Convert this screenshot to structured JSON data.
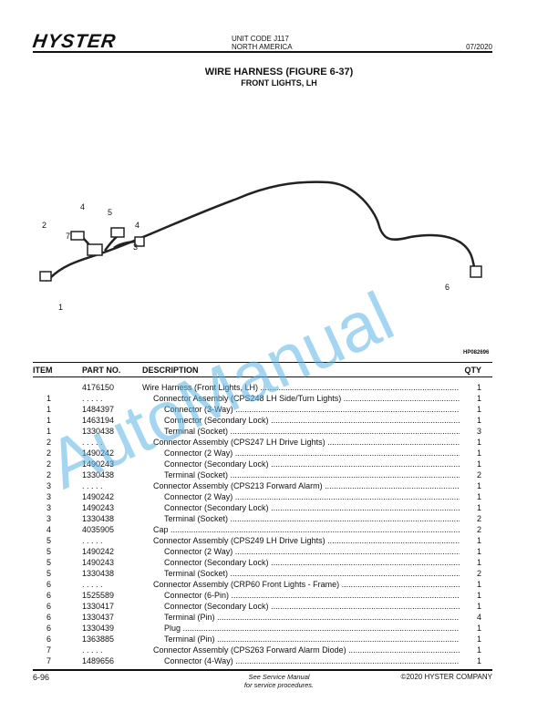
{
  "header": {
    "brand": "HYSTER",
    "unit_code": "UNIT CODE J117",
    "region": "NORTH AMERICA",
    "date": "07/2020"
  },
  "title": "WIRE HARNESS (FIGURE 6-37)",
  "subtitle": "FRONT LIGHTS, LH",
  "figure": {
    "callouts": [
      "1",
      "2",
      "3",
      "4",
      "4",
      "5",
      "6",
      "7"
    ],
    "figure_id": "HP082696"
  },
  "table": {
    "headers": {
      "item": "ITEM",
      "part": "PART NO.",
      "description": "DESCRIPTION",
      "qty": "QTY"
    },
    "rows": [
      {
        "item": "",
        "part": "4176150",
        "description": "Wire Harness (Front Lights, LH)",
        "qty": "1",
        "level": 0
      },
      {
        "item": "1",
        "part": ". . . . .",
        "description": "Connector Assembly (CPS248 LH Side/Turn Lights)",
        "qty": "1",
        "level": 1
      },
      {
        "item": "1",
        "part": "1484397",
        "description": "Connector (3-Way)",
        "qty": "1",
        "level": 2
      },
      {
        "item": "1",
        "part": "1463194",
        "description": "Connector (Secondary Lock)",
        "qty": "1",
        "level": 2
      },
      {
        "item": "1",
        "part": "1330438",
        "description": "Terminal (Socket)",
        "qty": "3",
        "level": 2
      },
      {
        "item": "2",
        "part": ". . . . .",
        "description": "Connector Assembly (CPS247 LH Drive Lights)",
        "qty": "1",
        "level": 1
      },
      {
        "item": "2",
        "part": "1490242",
        "description": "Connector (2 Way)",
        "qty": "1",
        "level": 2
      },
      {
        "item": "2",
        "part": "1490243",
        "description": "Connector (Secondary Lock)",
        "qty": "1",
        "level": 2
      },
      {
        "item": "2",
        "part": "1330438",
        "description": "Terminal (Socket)",
        "qty": "2",
        "level": 2
      },
      {
        "item": "3",
        "part": ". . . . .",
        "description": "Connector Assembly (CPS213 Forward Alarm)",
        "qty": "1",
        "level": 1
      },
      {
        "item": "3",
        "part": "1490242",
        "description": "Connector (2 Way)",
        "qty": "1",
        "level": 2
      },
      {
        "item": "3",
        "part": "1490243",
        "description": "Connector (Secondary Lock)",
        "qty": "1",
        "level": 2
      },
      {
        "item": "3",
        "part": "1330438",
        "description": "Terminal (Socket)",
        "qty": "2",
        "level": 2
      },
      {
        "item": "4",
        "part": "4035905",
        "description": "Cap",
        "qty": "2",
        "level": 1
      },
      {
        "item": "5",
        "part": ". . . . .",
        "description": "Connector Assembly (CPS249 LH Drive Lights)",
        "qty": "1",
        "level": 1
      },
      {
        "item": "5",
        "part": "1490242",
        "description": "Connector (2 Way)",
        "qty": "1",
        "level": 2
      },
      {
        "item": "5",
        "part": "1490243",
        "description": "Connector (Secondary Lock)",
        "qty": "1",
        "level": 2
      },
      {
        "item": "5",
        "part": "1330438",
        "description": "Terminal (Socket)",
        "qty": "2",
        "level": 2
      },
      {
        "item": "6",
        "part": ". . . . .",
        "description": "Connector Assembly (CRP60 Front Lights - Frame)",
        "qty": "1",
        "level": 1
      },
      {
        "item": "6",
        "part": "1525589",
        "description": "Connector (6-Pin)",
        "qty": "1",
        "level": 2
      },
      {
        "item": "6",
        "part": "1330417",
        "description": "Connector (Secondary Lock)",
        "qty": "1",
        "level": 2
      },
      {
        "item": "6",
        "part": "1330437",
        "description": "Terminal (Pin)",
        "qty": "4",
        "level": 2
      },
      {
        "item": "6",
        "part": "1330439",
        "description": "Plug",
        "qty": "1",
        "level": 2
      },
      {
        "item": "6",
        "part": "1363885",
        "description": "Terminal (Pin)",
        "qty": "1",
        "level": 2
      },
      {
        "item": "7",
        "part": ". . . . .",
        "description": "Connector Assembly (CPS263 Forward Alarm Diode)",
        "qty": "1",
        "level": 1
      },
      {
        "item": "7",
        "part": "1489656",
        "description": "Connector (4-Way)",
        "qty": "1",
        "level": 2
      }
    ]
  },
  "footer": {
    "page": "6-96",
    "note_line1": "See Service Manual",
    "note_line2": "for service procedures.",
    "copyright": "©2020 HYSTER COMPANY"
  },
  "watermark": "AutoManual",
  "colors": {
    "watermark": "#5ab4e6",
    "text": "#111111"
  }
}
